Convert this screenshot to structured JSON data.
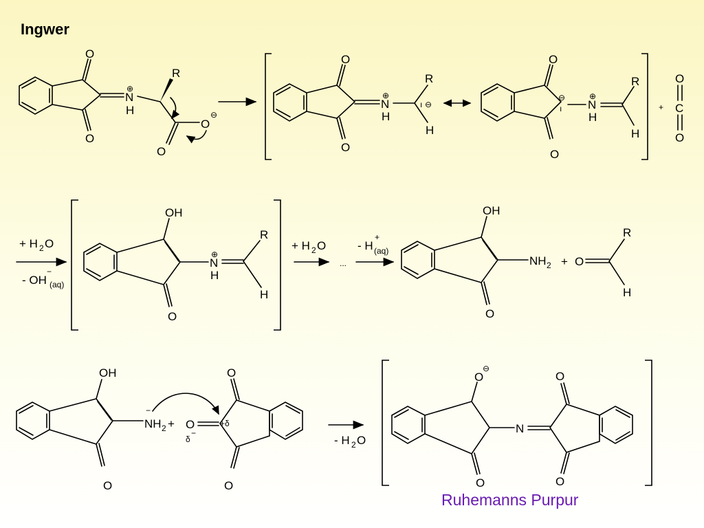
{
  "title": "Ingwer",
  "atoms": {
    "O": "O",
    "H": "H",
    "N": "N",
    "R": "R",
    "C": "C",
    "OH": "OH",
    "NH2_base": "NH",
    "NH2_sub": "2"
  },
  "charges": {
    "plus": "⊕",
    "minus": "⊖",
    "radical": "ı",
    "delta_plus": "+δ",
    "delta_minus": "δ",
    "bar": "−"
  },
  "reagents": {
    "plus": "+",
    "plus_h2o": "+ H",
    "h2o_sub": "2",
    "h2o_tail": "O",
    "minus_oh": "- OH",
    "aq": "(aq)",
    "minus_h": "- H",
    "ellipsis": "...",
    "minus_h2o": "- H",
    "nh2_plus": "+",
    "superscript_plus": "+",
    "superscript_minus": "−"
  },
  "caption": "Ruhemanns Purpur"
}
